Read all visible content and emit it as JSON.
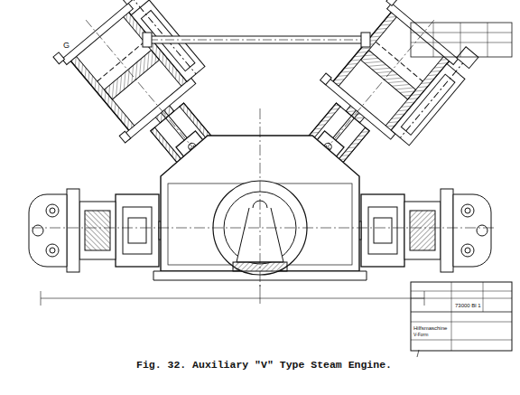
{
  "diagram": {
    "caption": "Fig. 32. Auxiliary \"V\" Type Steam Engine.",
    "labels": [
      "G",
      "Hilfsmaschine",
      "V-Form",
      "73000 Bl 1"
    ]
  }
}
